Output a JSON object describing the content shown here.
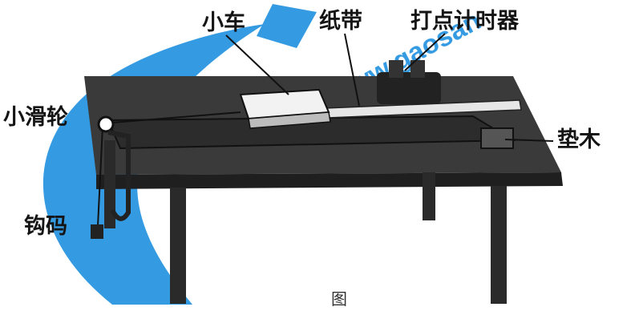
{
  "labels": {
    "car": "小车",
    "paper_tape": "纸带",
    "timer": "打点计时器",
    "pulley": "小滑轮",
    "wood_block": "垫木",
    "hook_weight": "钩码",
    "figure_mark": "图"
  },
  "watermark": {
    "text": "www.gaosan",
    "colors": {
      "blue": "#1e90e0",
      "gold": "#e8b43a"
    }
  },
  "colors": {
    "ink": "#141414",
    "tabletop": "#3a3a3a",
    "car": "#f2f2f2"
  }
}
